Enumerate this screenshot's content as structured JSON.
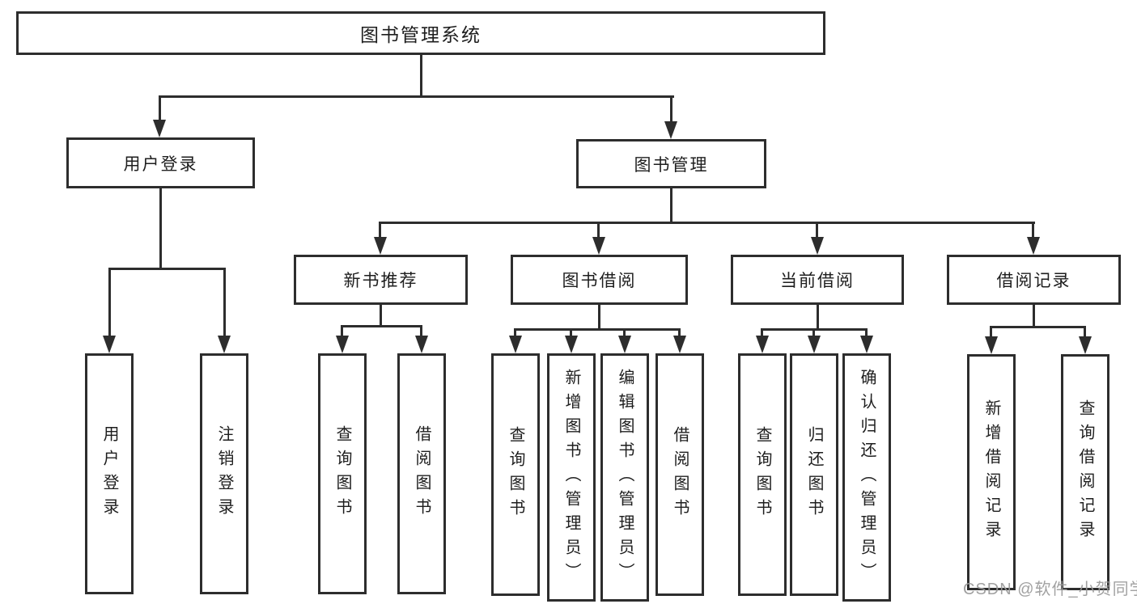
{
  "diagram": {
    "title": "图书管理系统",
    "branches": [
      {
        "label": "用户登录",
        "children": [
          {
            "label": "用户登录"
          },
          {
            "label": "注销登录"
          }
        ]
      },
      {
        "label": "图书管理",
        "children": [
          {
            "label": "新书推荐",
            "children": [
              {
                "label": "查询图书"
              },
              {
                "label": "借阅图书"
              }
            ]
          },
          {
            "label": "图书借阅",
            "children": [
              {
                "label": "查询图书"
              },
              {
                "label": "新增图书（管理员）"
              },
              {
                "label": "编辑图书（管理员）"
              },
              {
                "label": "借阅图书"
              }
            ]
          },
          {
            "label": "当前借阅",
            "children": [
              {
                "label": "查询图书"
              },
              {
                "label": "归还图书"
              },
              {
                "label": "确认归还（管理员）"
              }
            ]
          },
          {
            "label": "借阅记录",
            "children": [
              {
                "label": "新增借阅记录"
              },
              {
                "label": "查询借阅记录"
              }
            ]
          }
        ]
      }
    ]
  },
  "watermark": {
    "text": "CSDN @软件_小贺同学"
  },
  "colors": {
    "line": "#2d2d2d",
    "text": "#1e1e1e",
    "watermark": "#9a9a9a",
    "bg": "#ffffff"
  }
}
